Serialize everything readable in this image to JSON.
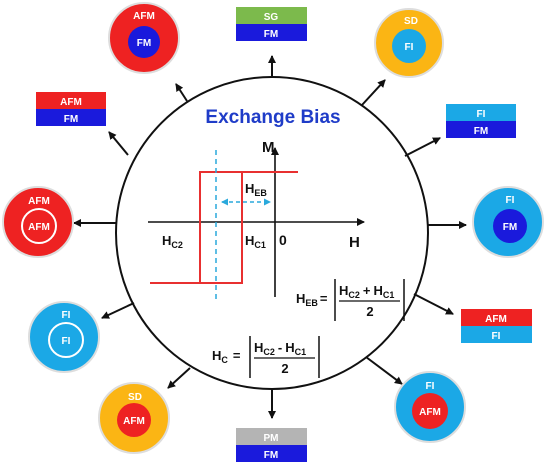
{
  "title": "Exchange Bias",
  "axes": {
    "m": "M",
    "h": "H",
    "zero": "0"
  },
  "loop": {
    "hc2": "H",
    "hc2_sub": "C2",
    "hc1": "H",
    "hc1_sub": "C1",
    "heb": "H",
    "heb_sub": "EB"
  },
  "formulas": {
    "heb": {
      "lhs": "H",
      "lhs_sub": "EB",
      "eq": "=",
      "t1": "H",
      "t1_sub": "C2",
      "op": "+",
      "t2": "H",
      "t2_sub": "C1",
      "den": "2"
    },
    "hc": {
      "lhs": "H",
      "lhs_sub": "C",
      "eq": "=",
      "t1": "H",
      "t1_sub": "C2",
      "op": "-",
      "t2": "H",
      "t2_sub": "C1",
      "den": "2"
    }
  },
  "colors": {
    "red": "#ee2222",
    "blue": "#1a1adc",
    "light_blue": "#1ba8e6",
    "orange": "#fbb514",
    "green": "#7cba4c",
    "gray": "#b4b4b4",
    "title": "#1f3cc8",
    "hysteresis": "#e83030",
    "dashed": "#2aa9dc"
  },
  "systems": {
    "afm_fm_core": {
      "outer": "AFM",
      "inner": "FM"
    },
    "sg_fm_bilayer": {
      "top": "SG",
      "bottom": "FM"
    },
    "sd_fi_core": {
      "outer": "SD",
      "inner": "FI"
    },
    "fi_fm_bilayer": {
      "top": "FI",
      "bottom": "FM"
    },
    "fi_fm_core": {
      "outer": "FI",
      "inner": "FM"
    },
    "afm_fi_bilayer": {
      "top": "AFM",
      "bottom": "FI"
    },
    "fi_afm_core": {
      "outer": "FI",
      "inner": "AFM"
    },
    "pm_fm_bilayer": {
      "top": "PM",
      "bottom": "FM"
    },
    "sd_afm_core": {
      "outer": "SD",
      "inner": "AFM"
    },
    "fi_fi_core": {
      "outer": "FI",
      "inner": "FI"
    },
    "afm_afm_core": {
      "outer": "AFM",
      "inner": "AFM"
    },
    "afm_fm_bilayer": {
      "top": "AFM",
      "bottom": "FM"
    }
  }
}
